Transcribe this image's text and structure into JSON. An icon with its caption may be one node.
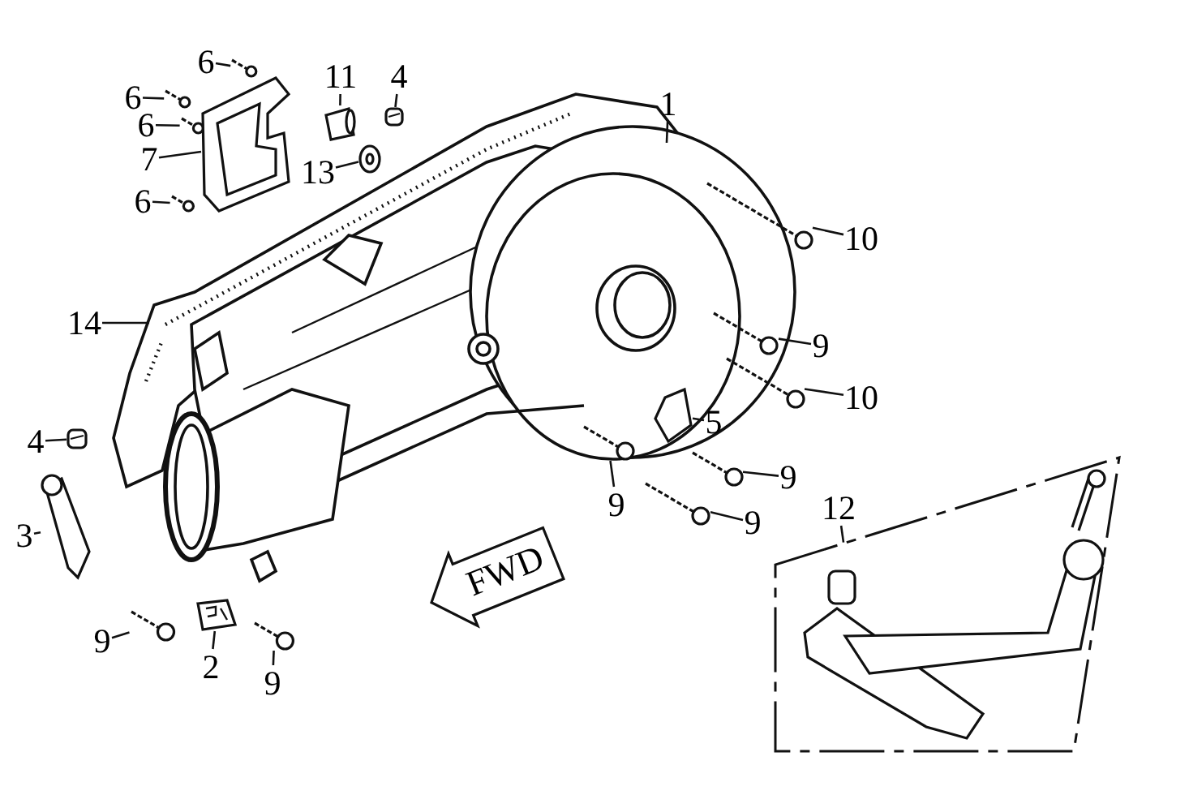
{
  "diagram": {
    "nodes": [
      {
        "text": [
          "6"
        ]
      },
      {
        "text": [
          "11"
        ]
      },
      {
        "text": [
          "4"
        ]
      },
      {
        "text": [
          "6"
        ]
      },
      {
        "text": [
          "1"
        ]
      },
      {
        "text": [
          "6"
        ]
      },
      {
        "text": [
          "7"
        ]
      },
      {
        "text": [
          "13"
        ]
      },
      {
        "text": [
          "6"
        ]
      },
      {
        "text": [
          "10"
        ]
      },
      {
        "text": [
          "14"
        ]
      },
      {
        "text": [
          "9"
        ]
      },
      {
        "text": [
          "10"
        ]
      },
      {
        "text": [
          "5"
        ]
      },
      {
        "text": [
          "4"
        ]
      },
      {
        "text": [
          "9"
        ]
      },
      {
        "text": [
          "9"
        ]
      },
      {
        "text": [
          "12"
        ]
      },
      {
        "text": [
          "9"
        ]
      },
      {
        "text": [
          "3"
        ]
      },
      {
        "text": [
          "9"
        ]
      },
      {
        "text": [
          "2"
        ]
      },
      {
        "text": [
          "9"
        ]
      },
      {
        "text": [],
        "shape": "box"
      },
      {
        "text": [
          "FWD"
        ]
      },
      {
        "text": [],
        "shape": "picture"
      },
      {
        "text": [],
        "shape": "picture"
      },
      {
        "text": [],
        "shape": "picture"
      },
      {
        "text": [],
        "shape": "picture"
      },
      {
        "text": [],
        "shape": "picture"
      },
      {
        "text": [],
        "shape": "picture"
      },
      {
        "text": [],
        "shape": "picture"
      },
      {
        "text": [],
        "shape": "picture"
      },
      {
        "text": [],
        "shape": "picture"
      },
      {
        "text": [],
        "shape": "picture"
      },
      {
        "text": [],
        "shape": "picture"
      },
      {
        "text": [],
        "shape": "picture"
      },
      {
        "text": [],
        "shape": "picture"
      },
      {
        "text": [],
        "shape": "picture"
      },
      {
        "text": [],
        "shape": "picture"
      },
      {
        "text": [],
        "shape": "picture"
      },
      {
        "text": [],
        "shape": "picture"
      },
      {
        "text": [],
        "shape": "picture"
      },
      {
        "text": [],
        "shape": "picture"
      },
      {
        "text": [],
        "shape": "picture"
      }
    ],
    "edges": [
      {
        "from": 0,
        "to": 25,
        "arrow": "none"
      },
      {
        "from": 1,
        "to": 26,
        "arrow": "none"
      },
      {
        "from": 2,
        "to": 27,
        "arrow": "none"
      },
      {
        "from": 3,
        "to": 28,
        "arrow": "none"
      },
      {
        "from": 4,
        "to": null,
        "arrow": "none"
      },
      {
        "from": 5,
        "to": 29,
        "arrow": "none"
      },
      {
        "from": 6,
        "to": 30,
        "arrow": "none"
      },
      {
        "from": 7,
        "to": 31,
        "arrow": "none"
      },
      {
        "from": 8,
        "to": 32,
        "arrow": "none"
      },
      {
        "from": 9,
        "to": 33,
        "arrow": "none"
      },
      {
        "from": 10,
        "to": null,
        "arrow": "none"
      },
      {
        "from": 11,
        "to": 34,
        "arrow": "none"
      },
      {
        "from": 12,
        "to": 35,
        "arrow": "none"
      },
      {
        "from": 13,
        "to": 36,
        "arrow": "none"
      },
      {
        "from": 14,
        "to": 37,
        "arrow": "none"
      },
      {
        "from": 15,
        "to": 38,
        "arrow": "none"
      },
      {
        "from": 16,
        "to": 39,
        "arrow": "none"
      },
      {
        "from": 17,
        "to": 23,
        "arrow": "none"
      },
      {
        "from": 18,
        "to": 40,
        "arrow": "none"
      },
      {
        "from": 19,
        "to": 41,
        "arrow": "none"
      },
      {
        "from": 20,
        "to": 42,
        "arrow": "none"
      },
      {
        "from": 21,
        "to": 43,
        "arrow": "none"
      },
      {
        "from": 22,
        "to": 44,
        "arrow": "none"
      }
    ]
  }
}
